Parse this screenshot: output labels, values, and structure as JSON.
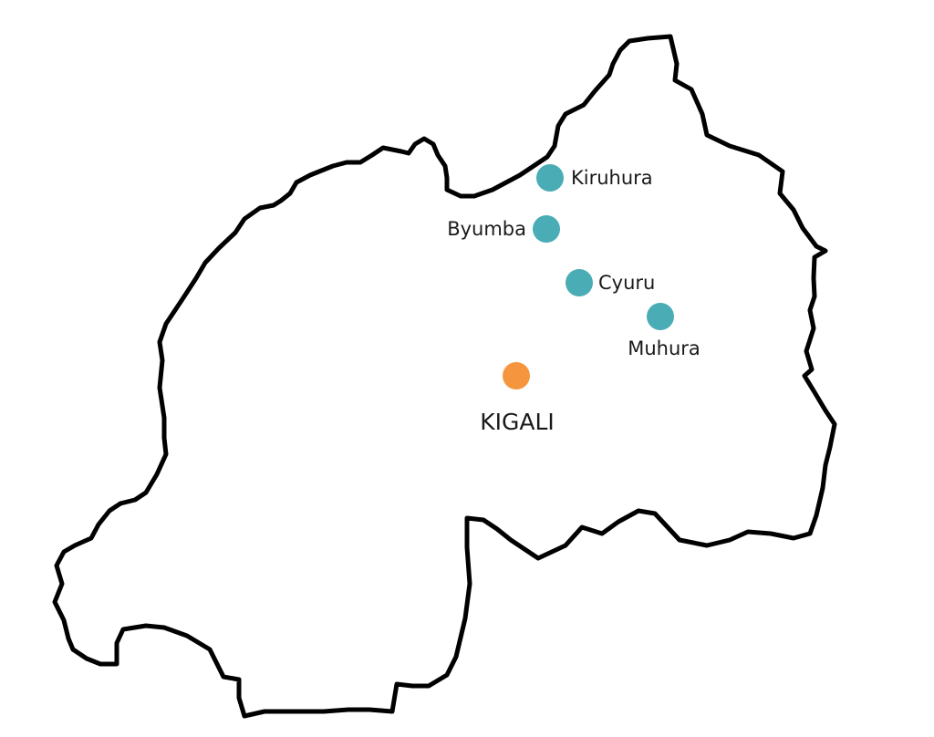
{
  "map": {
    "colors": {
      "border": "#000000",
      "land": "#ffffff",
      "town": "#4aacb5",
      "capital": "#f5963f"
    },
    "places": [
      {
        "id": "kiruhura",
        "name": "Kiruhura",
        "kind": "town"
      },
      {
        "id": "byumba",
        "name": "Byumba",
        "kind": "town"
      },
      {
        "id": "cyuru",
        "name": "Cyuru",
        "kind": "town"
      },
      {
        "id": "muhura",
        "name": "Muhura",
        "kind": "town"
      },
      {
        "id": "kigali",
        "name": "KIGALI",
        "kind": "capital"
      }
    ]
  }
}
